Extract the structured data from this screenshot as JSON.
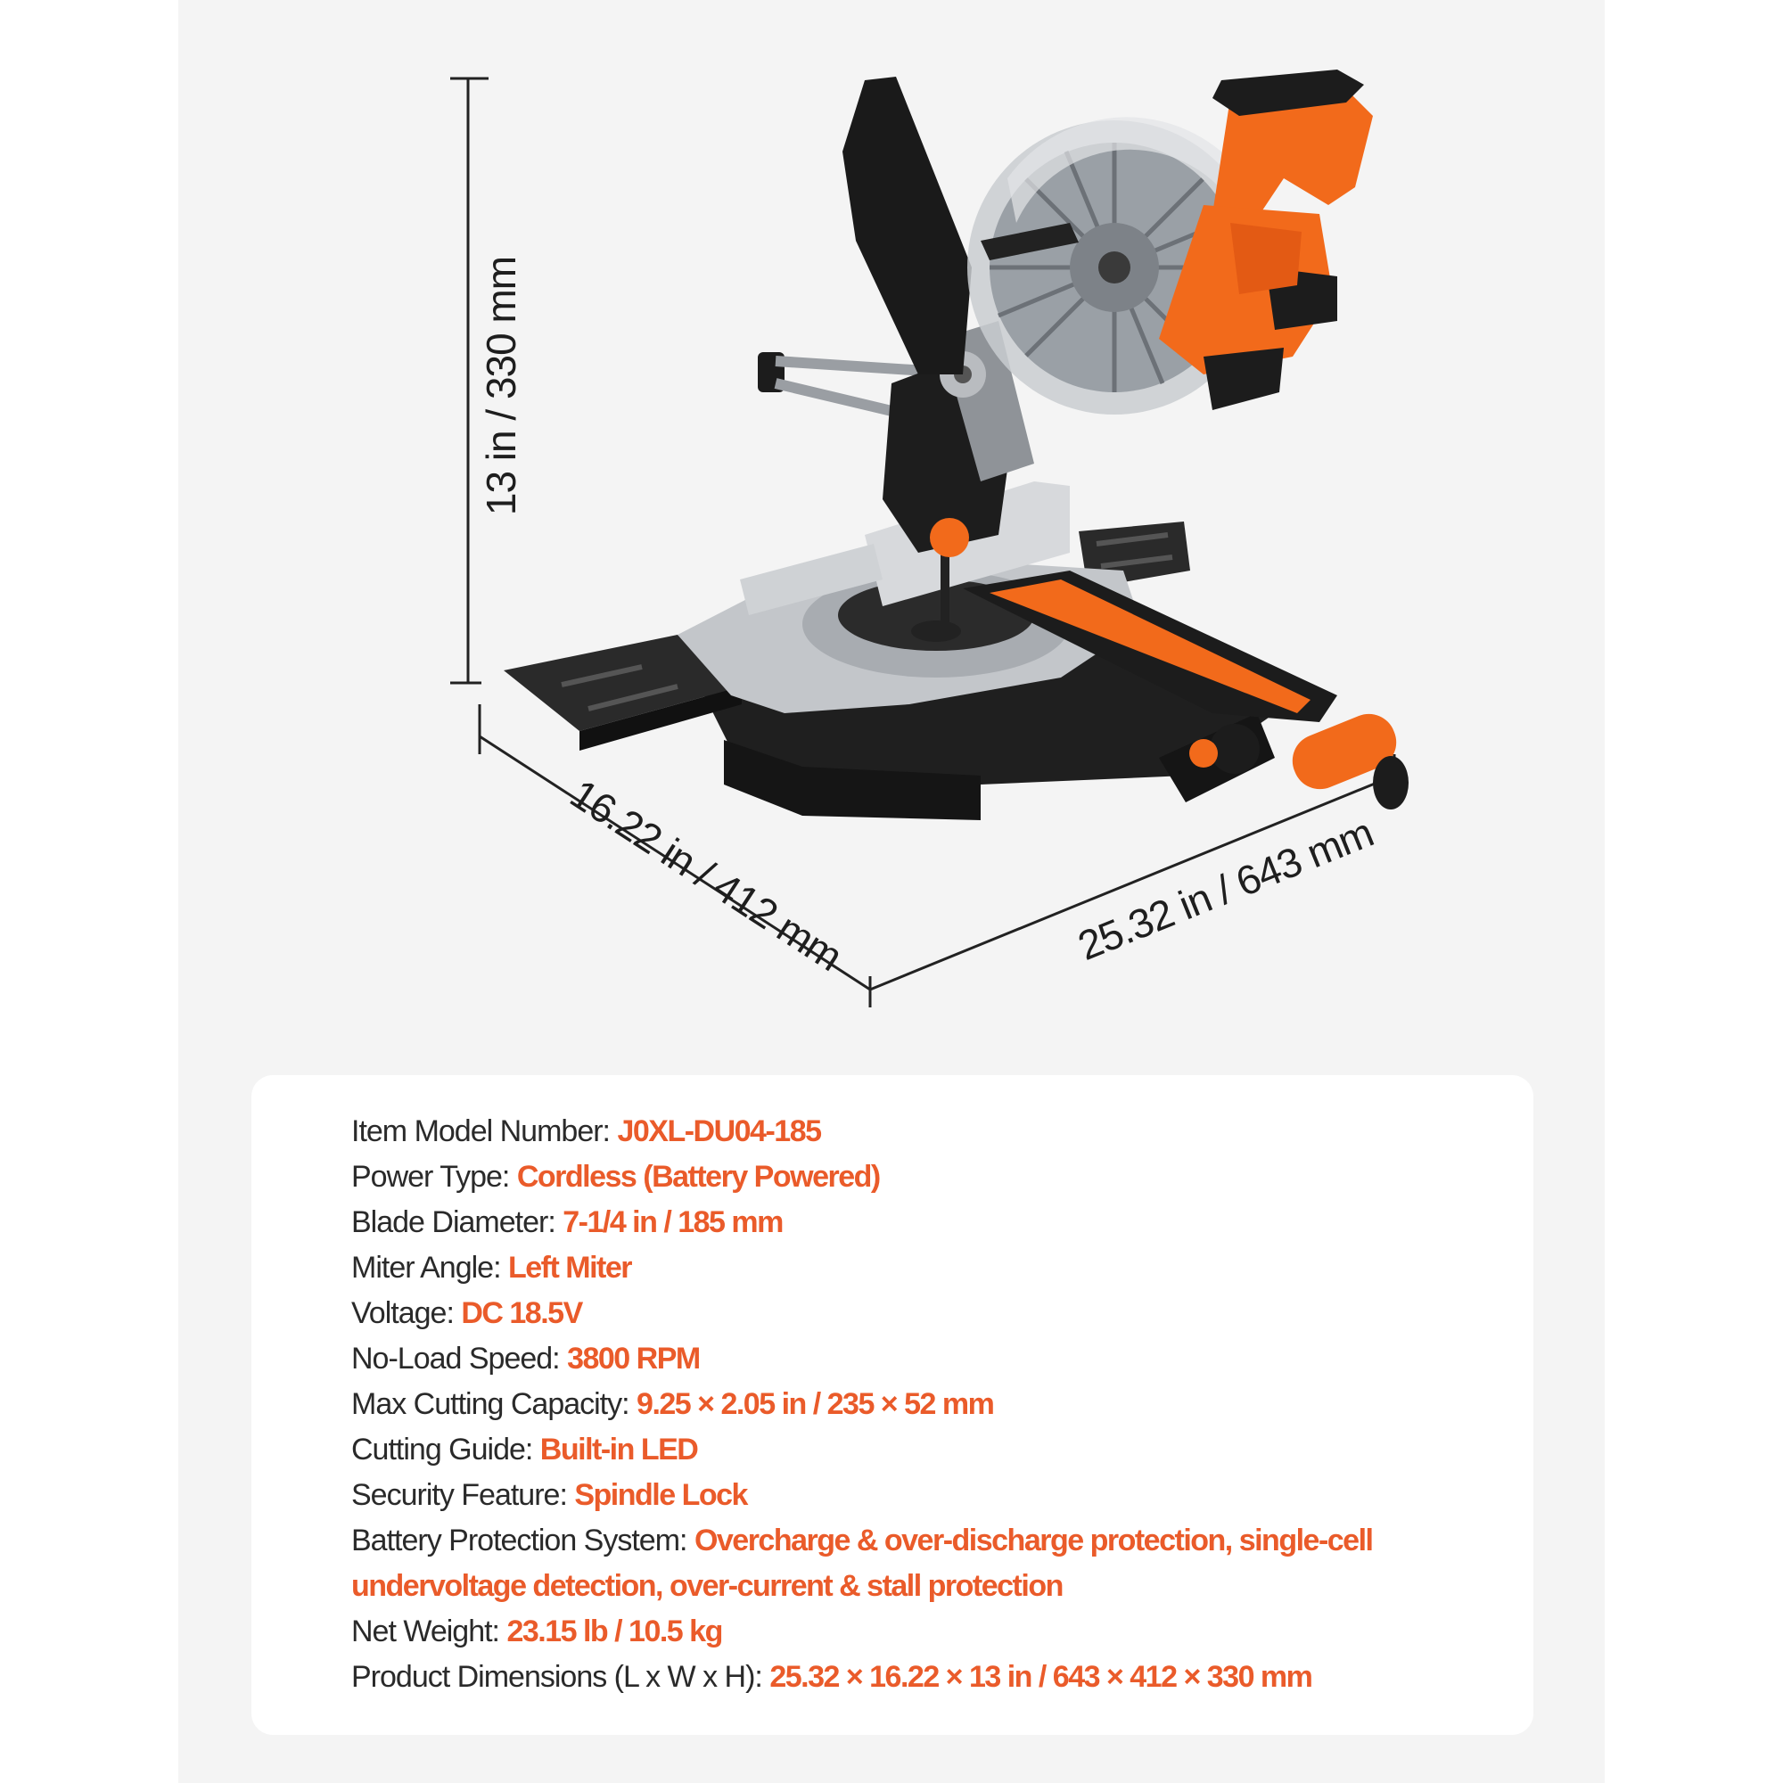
{
  "dimensions": {
    "height": "13 in / 330 mm",
    "depth": "16.22 in / 412 mm",
    "width": "25.32 in / 643 mm"
  },
  "specs": [
    {
      "label": "Item Model Number: ",
      "value": "J0XL-DU04-185"
    },
    {
      "label": "Power Type: ",
      "value": "Cordless (Battery Powered)"
    },
    {
      "label": "Blade Diameter: ",
      "value": "7-1/4 in / 185 mm"
    },
    {
      "label": "Miter Angle: ",
      "value": "Left Miter"
    },
    {
      "label": "Voltage:  ",
      "value": "DC 18.5V"
    },
    {
      "label": "No-Load Speed: ",
      "value": "3800 RPM"
    },
    {
      "label": "Max Cutting Capacity: ",
      "value": "9.25 × 2.05 in / 235 × 52 mm"
    },
    {
      "label": "Cutting Guide:  ",
      "value": "Built-in LED"
    },
    {
      "label": "Security Feature:  ",
      "value": "Spindle Lock"
    },
    {
      "label": "Battery Protection System:   ",
      "value": "Overcharge & over-discharge protection, single-cell undervoltage detection, over-current & stall protection"
    },
    {
      "label": "Net Weight:   ",
      "value": "23.15 lb / 10.5 kg"
    },
    {
      "label": "Product Dimensions (L x W x H):   ",
      "value": "25.32 × 16.22 × 13 in / 643 × 412 × 330 mm"
    }
  ],
  "colors": {
    "accent": "#ea5b2a",
    "saw_orange": "#f26a1b",
    "saw_black": "#1d1d1d",
    "saw_silver": "#b9bcc0"
  }
}
